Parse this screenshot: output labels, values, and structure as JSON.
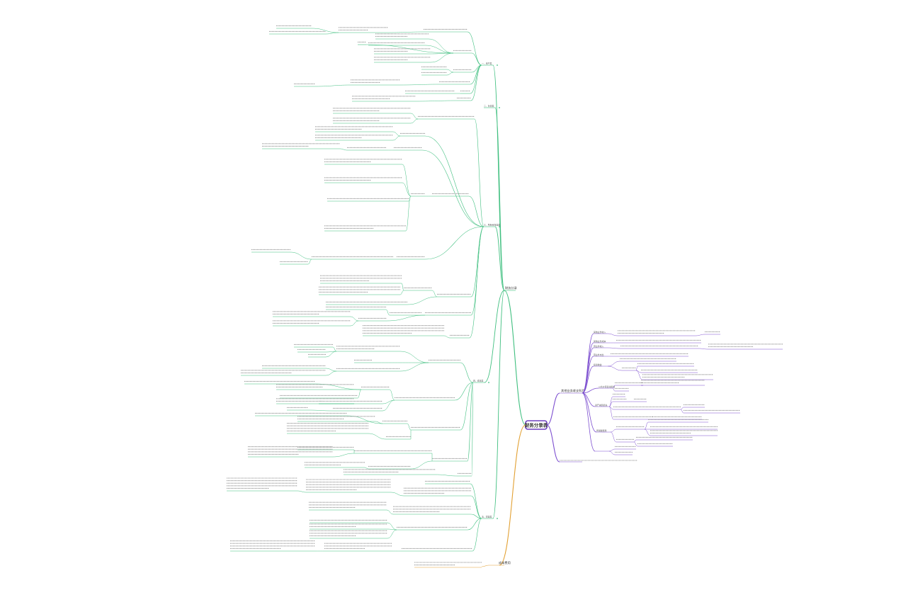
{
  "root": {
    "label": "财务分录表"
  },
  "main_branches": [
    {
      "id": "b-top",
      "label": "财务分录",
      "color": "#3fbf7f"
    },
    {
      "id": "b-right-1",
      "label": "其他业务收支科目",
      "color": "#7d4fd0"
    },
    {
      "id": "b-right-2",
      "label": "科目补充: 营业外收支、投资收益、资产减值损失等科目",
      "color": "#7d4fd0"
    },
    {
      "id": "b-bottom",
      "label": "成本费用",
      "color": "#e2a032"
    }
  ],
  "top_hubs": [
    "一、资产类",
    "二、负债类",
    "三、所有者权益类",
    "四、成本类",
    "五、损益类"
  ],
  "right_hubs": [
    "其他业务收入",
    "其他业务成本",
    "营业外收入",
    "营业外支出",
    "投资收益",
    "公允价值变动损益",
    "资产减值损失",
    "所得税费用"
  ],
  "colors": {
    "green": "#3fbf7f",
    "purple": "#7d4fd0",
    "orange": "#e2a032",
    "root_border": "#6d3fbf"
  }
}
